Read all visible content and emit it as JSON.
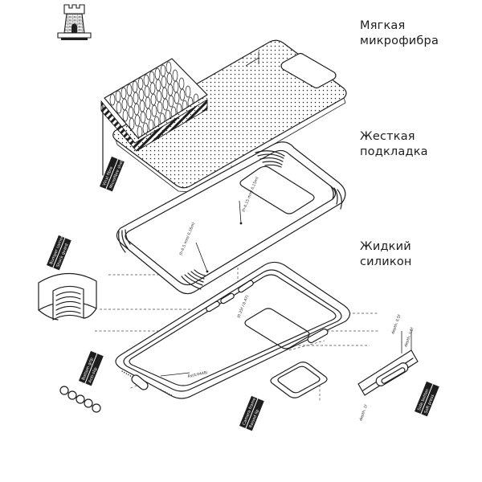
{
  "layers": [
    {
      "line1": "Мягкая",
      "line2": "микрофибра"
    },
    {
      "line1": "Жесткая",
      "line2": "подкладка"
    },
    {
      "line1": "Жидкий",
      "line2": "силикон"
    }
  ],
  "colors": {
    "ink": "#1e1e1e",
    "background": "#ffffff"
  },
  "icons": [
    "castle-tower-icon"
  ]
}
